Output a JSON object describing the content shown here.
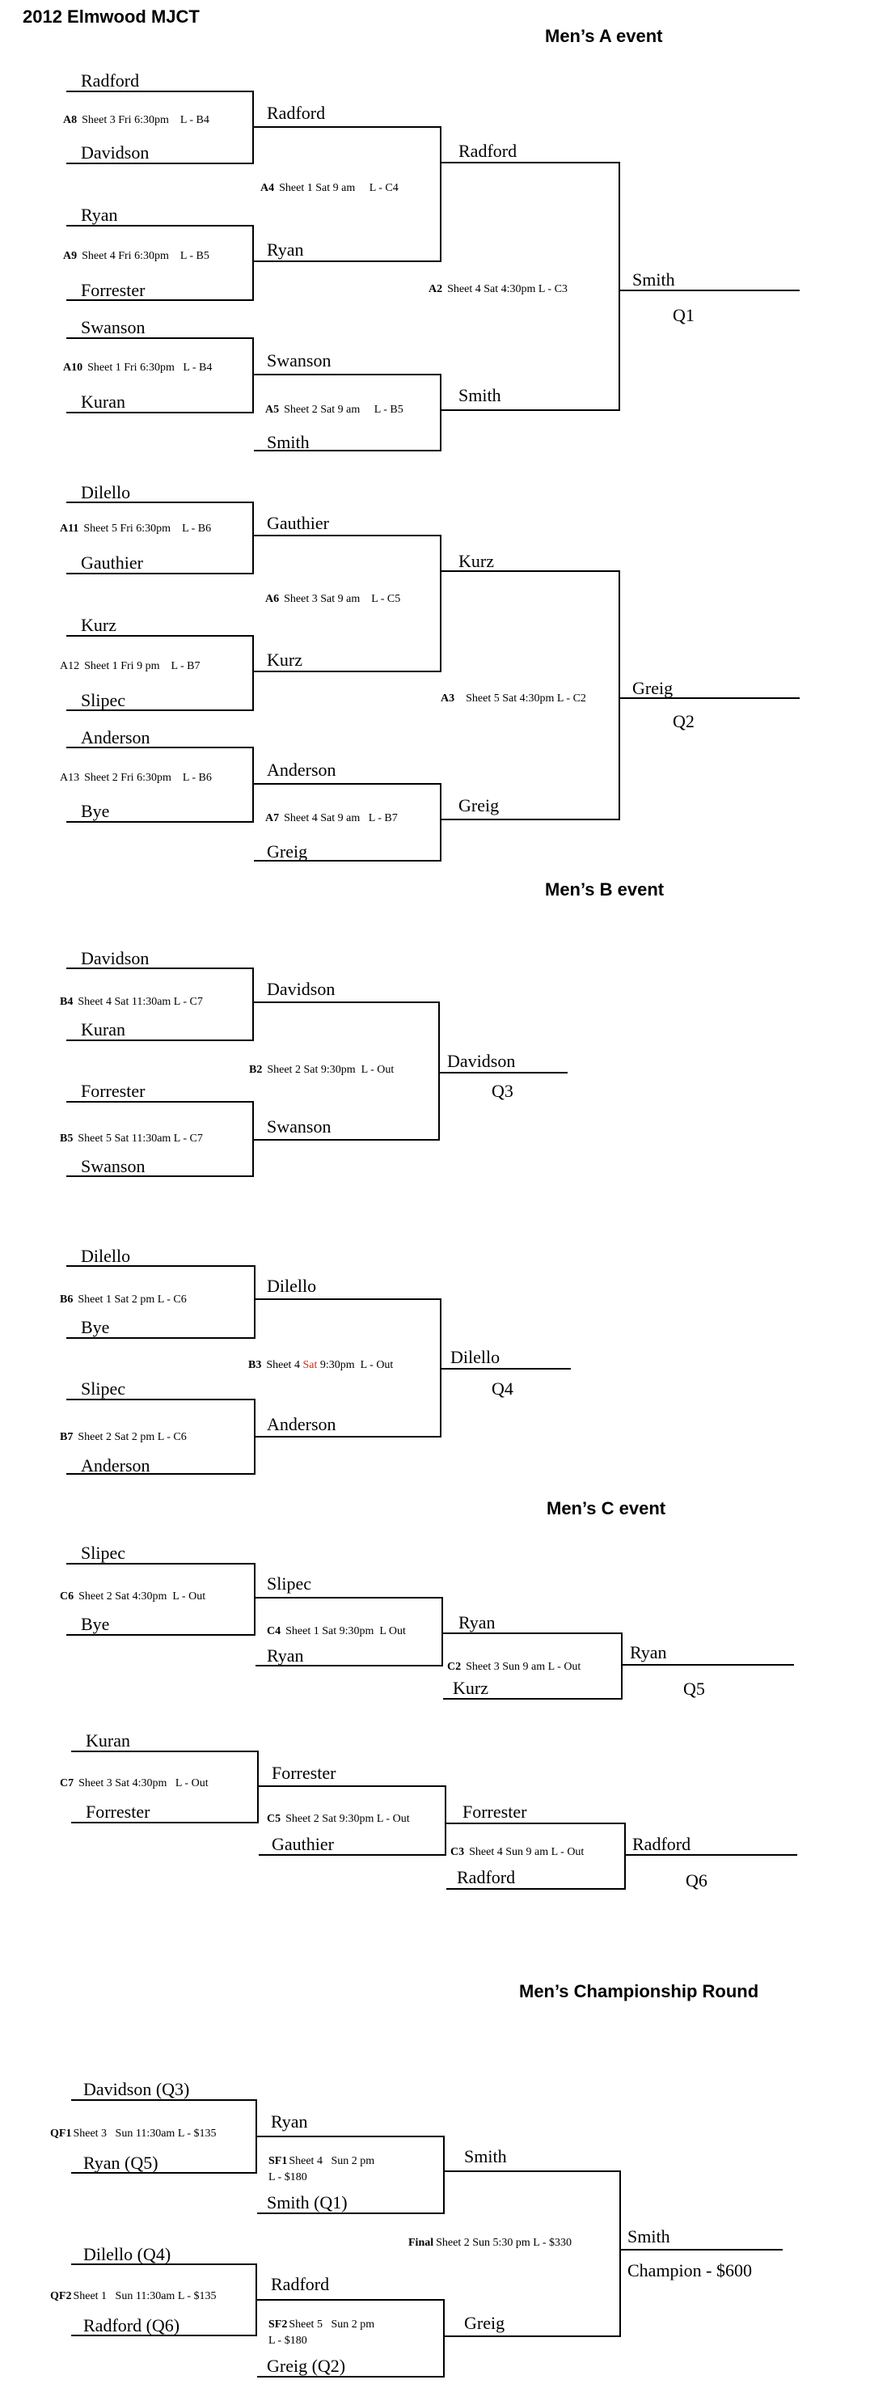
{
  "document_title": "2012 Elmwood MJCT",
  "sections": [
    {
      "id": "a",
      "title": "Men’s A event"
    },
    {
      "id": "b",
      "title": "Men’s B event"
    },
    {
      "id": "c",
      "title": "Men’s C event"
    },
    {
      "id": "ch",
      "title": "Men’s Championship Round"
    }
  ],
  "team_slots": [
    {
      "id": "a8-top",
      "name": "Radford"
    },
    {
      "id": "a8-bot",
      "name": "Davidson"
    },
    {
      "id": "a9-top",
      "name": "Ryan"
    },
    {
      "id": "a9-bot",
      "name": "Forrester"
    },
    {
      "id": "a10-top",
      "name": "Swanson"
    },
    {
      "id": "a10-bot",
      "name": "Kuran"
    },
    {
      "id": "a4-top",
      "name": "Radford"
    },
    {
      "id": "a4-bot",
      "name": "Ryan"
    },
    {
      "id": "a5-top",
      "name": "Swanson"
    },
    {
      "id": "a5-bot",
      "name": "Smith"
    },
    {
      "id": "a2-top",
      "name": "Radford"
    },
    {
      "id": "a2-bot",
      "name": "Smith"
    },
    {
      "id": "q1-winner",
      "name": "Smith"
    },
    {
      "id": "a11-top",
      "name": "Dilello"
    },
    {
      "id": "a11-bot",
      "name": "Gauthier"
    },
    {
      "id": "a12-top",
      "name": "Kurz"
    },
    {
      "id": "a12-bot",
      "name": "Slipec"
    },
    {
      "id": "a13-top",
      "name": "Anderson"
    },
    {
      "id": "a13-bot",
      "name": "Bye"
    },
    {
      "id": "a6-top",
      "name": "Gauthier"
    },
    {
      "id": "a6-bot",
      "name": "Kurz"
    },
    {
      "id": "a7-top",
      "name": "Anderson"
    },
    {
      "id": "a7-bot",
      "name": "Greig"
    },
    {
      "id": "a3-top",
      "name": "Kurz"
    },
    {
      "id": "a3-bot",
      "name": "Greig"
    },
    {
      "id": "q2-winner",
      "name": "Greig"
    },
    {
      "id": "b4-top",
      "name": "Davidson"
    },
    {
      "id": "b4-bot",
      "name": "Kuran"
    },
    {
      "id": "b5-top",
      "name": "Forrester"
    },
    {
      "id": "b5-bot",
      "name": "Swanson"
    },
    {
      "id": "b2-top",
      "name": "Davidson"
    },
    {
      "id": "b2-bot",
      "name": "Swanson"
    },
    {
      "id": "q3-winner",
      "name": "Davidson"
    },
    {
      "id": "b6-top",
      "name": "Dilello"
    },
    {
      "id": "b6-bot",
      "name": "Bye"
    },
    {
      "id": "b7-top",
      "name": "Slipec"
    },
    {
      "id": "b7-bot",
      "name": "Anderson"
    },
    {
      "id": "b3-top",
      "name": "Dilello"
    },
    {
      "id": "b3-bot",
      "name": "Anderson"
    },
    {
      "id": "q4-winner",
      "name": "Dilello"
    },
    {
      "id": "c6-top",
      "name": "Slipec"
    },
    {
      "id": "c6-bot",
      "name": "Bye"
    },
    {
      "id": "c4-top",
      "name": "Slipec"
    },
    {
      "id": "c4-bot",
      "name": "Ryan"
    },
    {
      "id": "c2-top",
      "name": "Ryan"
    },
    {
      "id": "c2-bot",
      "name": "Kurz"
    },
    {
      "id": "q5-winner",
      "name": "Ryan"
    },
    {
      "id": "c7-top",
      "name": "Kuran"
    },
    {
      "id": "c7-bot",
      "name": "Forrester"
    },
    {
      "id": "c5-top",
      "name": "Forrester"
    },
    {
      "id": "c5-bot",
      "name": "Gauthier"
    },
    {
      "id": "c3-top",
      "name": "Forrester"
    },
    {
      "id": "c3-bot",
      "name": "Radford"
    },
    {
      "id": "q6-winner",
      "name": "Radford"
    },
    {
      "id": "qf1-top",
      "name": "Davidson (Q3)"
    },
    {
      "id": "qf1-bot",
      "name": "Ryan (Q5)"
    },
    {
      "id": "sf1-top",
      "name": "Ryan"
    },
    {
      "id": "sf1-bot",
      "name": "Smith (Q1)"
    },
    {
      "id": "qf2-top",
      "name": "Dilello (Q4)"
    },
    {
      "id": "qf2-bot",
      "name": "Radford (Q6)"
    },
    {
      "id": "sf2-top",
      "name": "Radford"
    },
    {
      "id": "sf2-bot",
      "name": "Greig (Q2)"
    },
    {
      "id": "final-top",
      "name": "Smith"
    },
    {
      "id": "final-bot",
      "name": "Greig"
    },
    {
      "id": "champion-name",
      "name": "Smith"
    }
  ],
  "qualifier_labels": [
    {
      "id": "q1",
      "text": "Q1"
    },
    {
      "id": "q2",
      "text": "Q2"
    },
    {
      "id": "q3",
      "text": "Q3"
    },
    {
      "id": "q4",
      "text": "Q4"
    },
    {
      "id": "q5",
      "text": "Q5"
    },
    {
      "id": "q6",
      "text": "Q6"
    },
    {
      "id": "champion",
      "text": "Champion - $600"
    }
  ],
  "game_notes": [
    {
      "id": "a8",
      "code": "A8",
      "text": "Sheet 3 Fri 6:30pm    L - B4"
    },
    {
      "id": "a9",
      "code": "A9",
      "text": "Sheet 4 Fri 6:30pm    L - B5"
    },
    {
      "id": "a10",
      "code": "A10",
      "text": "Sheet 1 Fri 6:30pm   L - B4"
    },
    {
      "id": "a4",
      "code": "A4",
      "text": "Sheet 1 Sat 9 am     L - C4"
    },
    {
      "id": "a5",
      "code": "A5",
      "text": "Sheet 2 Sat 9 am     L - B5"
    },
    {
      "id": "a2",
      "code": "A2",
      "text": "Sheet 4 Sat 4:30pm L - C3"
    },
    {
      "id": "a11",
      "code": "A11",
      "text": "Sheet 5 Fri 6:30pm    L - B6"
    },
    {
      "id": "a12",
      "code": "A12",
      "text": "Sheet 1 Fri 9 pm    L - B7"
    },
    {
      "id": "a13",
      "code": "A13",
      "text": "Sheet 2 Fri 6:30pm    L - B6"
    },
    {
      "id": "a6",
      "code": "A6",
      "text": "Sheet 3 Sat 9 am    L - C5"
    },
    {
      "id": "a7",
      "code": "A7",
      "text": "Sheet 4 Sat 9 am   L - B7"
    },
    {
      "id": "a3",
      "code": "A3",
      "text": "Sheet 5 Sat 4:30pm L - C2"
    },
    {
      "id": "b4",
      "code": "B4",
      "text": "Sheet 4 Sat 11:30am L - C7"
    },
    {
      "id": "b5",
      "code": "B5",
      "text": "Sheet 5 Sat 11:30am L - C7"
    },
    {
      "id": "b2",
      "code": "B2",
      "text": "Sheet 2 Sat 9:30pm  L - Out"
    },
    {
      "id": "b6",
      "code": "B6",
      "text": "Sheet 1 Sat 2 pm L - C6"
    },
    {
      "id": "b7",
      "code": "B7",
      "text": "Sheet 2 Sat 2 pm L - C6"
    },
    {
      "id": "b3",
      "code": "B3",
      "pre": "Sheet 4 ",
      "highlight": "Sat",
      "post": " 9:30pm  L - Out"
    },
    {
      "id": "c6",
      "code": "C6",
      "text": "Sheet 2 Sat 4:30pm  L - Out"
    },
    {
      "id": "c4",
      "code": "C4",
      "text": "Sheet 1 Sat 9:30pm  L Out"
    },
    {
      "id": "c2",
      "code": "C2",
      "text": "Sheet 3 Sun 9 am L - Out"
    },
    {
      "id": "c7",
      "code": "C7",
      "text": "Sheet 3 Sat 4:30pm   L - Out"
    },
    {
      "id": "c5",
      "code": "C5",
      "text": "Sheet 2 Sat 9:30pm L - Out"
    },
    {
      "id": "c3",
      "code": "C3",
      "text": "Sheet 4 Sun 9 am L - Out"
    },
    {
      "id": "qf1",
      "code": "QF1",
      "text": "Sheet 3   Sun 11:30am L - $135"
    },
    {
      "id": "qf2",
      "code": "QF2",
      "text": "Sheet 1   Sun 11:30am L - $135"
    },
    {
      "id": "sf1",
      "code": "SF1",
      "text": "Sheet 4   Sun 2 pm",
      "text2": "L - $180"
    },
    {
      "id": "sf2",
      "code": "SF2",
      "text": "Sheet 5   Sun 2 pm",
      "text2": "L - $180"
    },
    {
      "id": "final",
      "code": "Final",
      "text": "Sheet 2 Sun 5:30 pm L - $330"
    }
  ]
}
